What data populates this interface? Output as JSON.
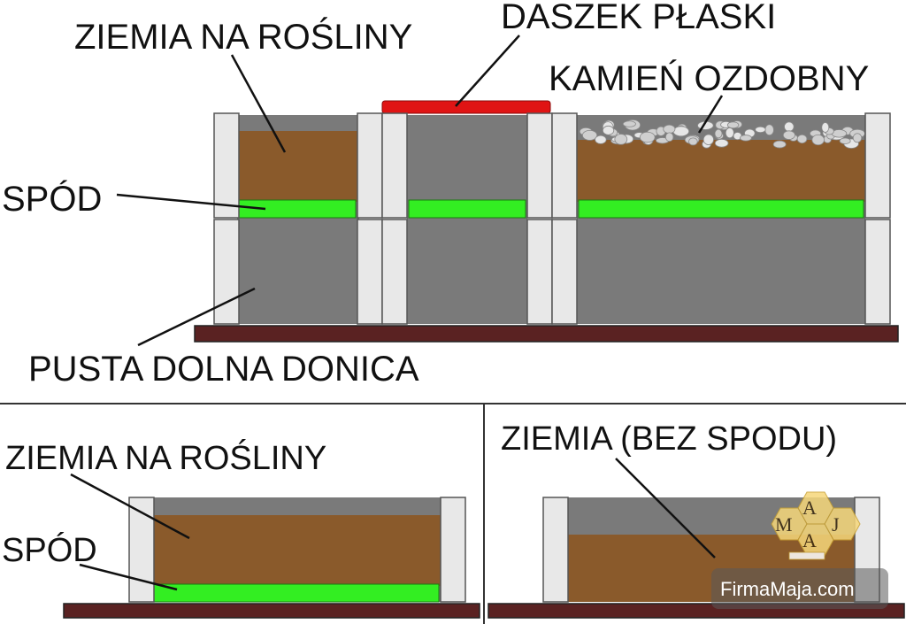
{
  "colors": {
    "soil": "#8a5a2b",
    "empty": "#7a7a7a",
    "bottom": "#33ee22",
    "roof": "#e01414",
    "wall": "#e8e8e8",
    "base": "#5a2222"
  },
  "top": {
    "labels": {
      "ziemia": "ZIEMIA NA ROŚLINY",
      "daszek": "DASZEK PŁASKI",
      "kamien": "KAMIEŃ OZDOBNY",
      "spod": "SPÓD",
      "pusta": "PUSTA DOLNA DONICA"
    }
  },
  "bottom_left": {
    "labels": {
      "ziemia": "ZIEMIA NA ROŚLINY",
      "spod": "SPÓD"
    }
  },
  "bottom_right": {
    "labels": {
      "ziemia": "ZIEMIA (BEZ SPODU)"
    }
  },
  "watermark": {
    "text": "FirmaMaja.com",
    "logo_letters": [
      "M",
      "A",
      "J",
      "A"
    ]
  }
}
